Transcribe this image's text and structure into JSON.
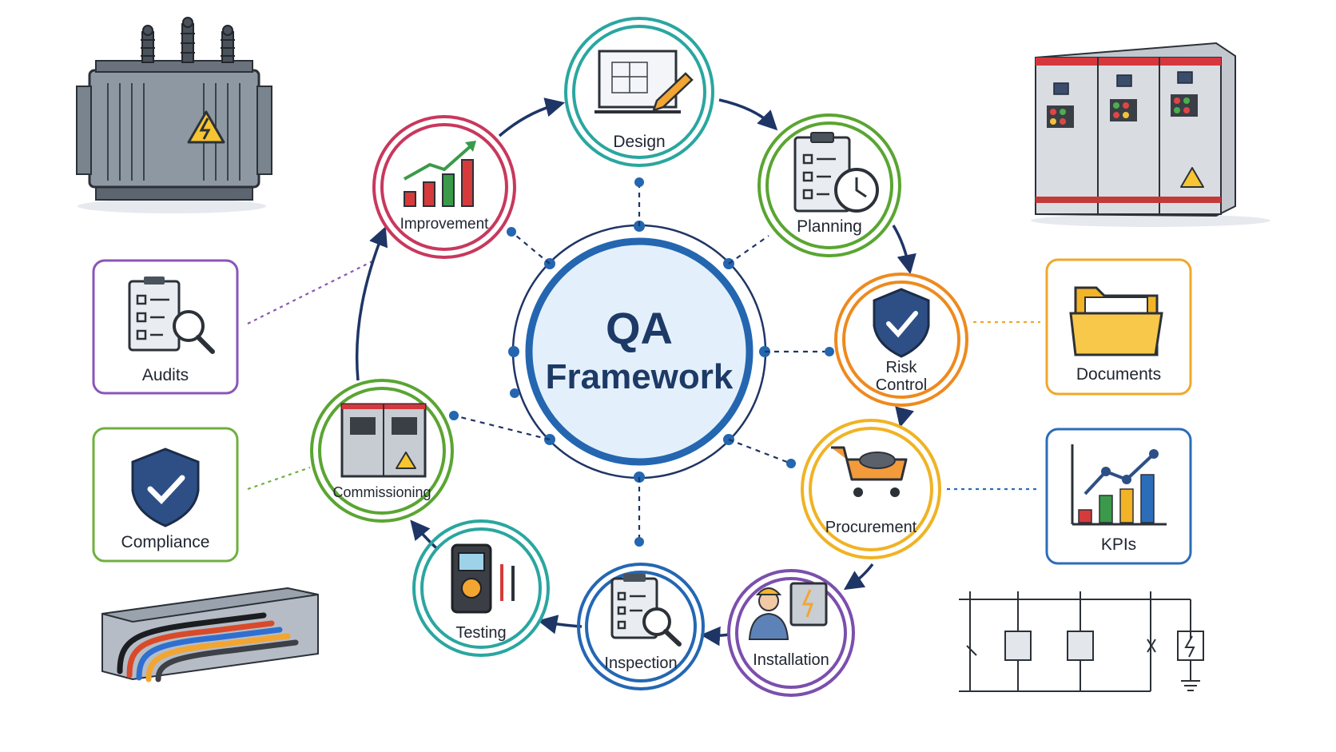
{
  "center": {
    "line1": "QA",
    "line2": "Framework"
  },
  "cycle": [
    {
      "key": "design",
      "label": "Design",
      "color": "#2aa6a0",
      "icon": "blueprint-pencil-icon"
    },
    {
      "key": "planning",
      "label": "Planning",
      "color": "#5aa532",
      "icon": "checklist-clock-icon"
    },
    {
      "key": "risk",
      "label1": "Risk",
      "label2": "Control",
      "color": "#ee8a1e",
      "icon": "shield-check-icon"
    },
    {
      "key": "procurement",
      "label": "Procurement",
      "color": "#f0b324",
      "icon": "cart-cable-icon"
    },
    {
      "key": "installation",
      "label": "Installation",
      "color": "#7b4fad",
      "icon": "technician-panel-icon"
    },
    {
      "key": "inspection",
      "label": "Inspection",
      "color": "#2467b3",
      "icon": "clipboard-magnifier-icon"
    },
    {
      "key": "testing",
      "label": "Testing",
      "color": "#2aa6a0",
      "icon": "multimeter-icon"
    },
    {
      "key": "commissioning",
      "label": "Commissioning",
      "color": "#5aa532",
      "icon": "switchgear-cabinet-icon"
    },
    {
      "key": "improvement",
      "label": "Improvement",
      "color": "#c8385d",
      "icon": "growth-chart-icon"
    }
  ],
  "side_cards": [
    {
      "key": "audits",
      "label": "Audits",
      "color": "#8a55b8",
      "icon": "audit-clipboard-icon"
    },
    {
      "key": "compliance",
      "label": "Compliance",
      "color": "#6fb040",
      "icon": "compliance-shield-icon"
    },
    {
      "key": "documents",
      "label": "Documents",
      "color": "#f0a82a",
      "icon": "folder-icon"
    },
    {
      "key": "kpis",
      "label": "KPIs",
      "color": "#2b6db8",
      "icon": "kpi-chart-icon"
    }
  ],
  "illustrations": [
    {
      "key": "transformer",
      "icon": "transformer-icon"
    },
    {
      "key": "switchgear",
      "icon": "switchgear-icon"
    },
    {
      "key": "cable_tray",
      "icon": "cable-tray-icon"
    },
    {
      "key": "single_line",
      "icon": "single-line-diagram-icon"
    }
  ],
  "colors": {
    "navy": "#1e3566",
    "center_fill": "#e3f0fb",
    "center_ring": "#2466b0"
  }
}
